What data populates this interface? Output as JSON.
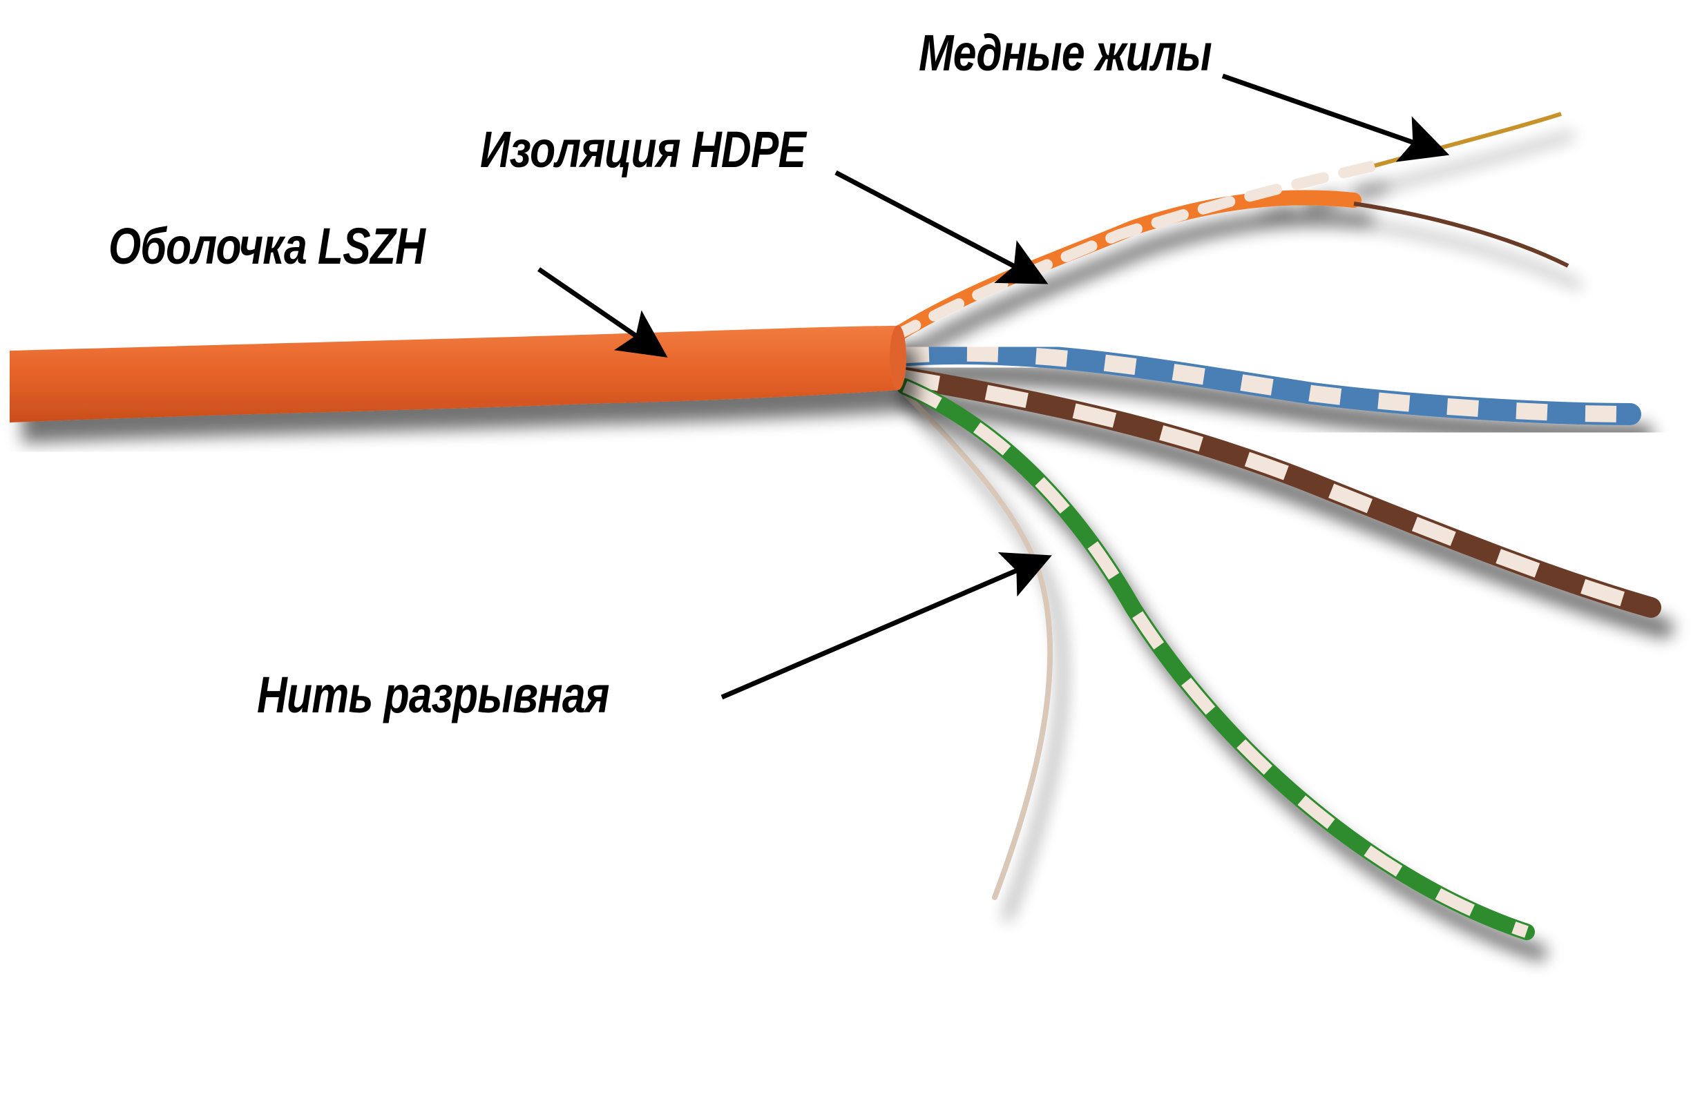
{
  "diagram": {
    "subject": "Twisted pair cable",
    "labels": [
      {
        "id": "copper",
        "text": "Медные жилы"
      },
      {
        "id": "insulation",
        "text": "Изоляция  HDPE"
      },
      {
        "id": "jacket",
        "text": "Оболочка LSZH"
      },
      {
        "id": "ripcord",
        "text": "Нить разрывная"
      }
    ],
    "colors": {
      "jacket": "#e8642a",
      "orange_pair": "#f07a2a",
      "blue_pair": "#4a7fb5",
      "brown_pair": "#6b3a26",
      "green_pair": "#2e8b2e",
      "white_stripe": "#f2e6dc",
      "copper": "#c8922a",
      "ripcord": "#d9c8b8",
      "arrow": "#000000"
    }
  }
}
